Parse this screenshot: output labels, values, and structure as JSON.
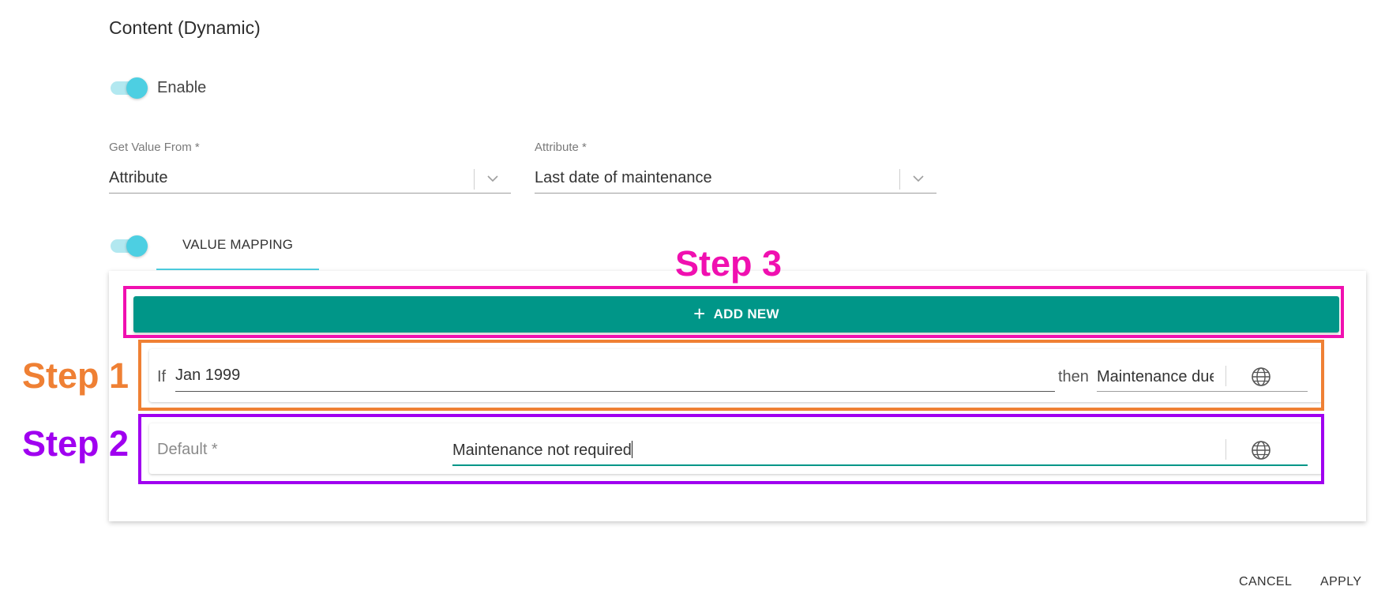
{
  "header": {
    "title": "Content (Dynamic)"
  },
  "enable_toggle": {
    "label": "Enable",
    "checked": true
  },
  "get_value_from": {
    "label": "Get Value From *",
    "value": "Attribute"
  },
  "attribute": {
    "label": "Attribute *",
    "value": "Last date of maintenance"
  },
  "value_mapping": {
    "tab_label": "VALUE MAPPING",
    "toggle_checked": true
  },
  "add_new": {
    "label": "ADD NEW",
    "icon": "plus-icon"
  },
  "mapping_row": {
    "if_label": "If",
    "if_value": "Jan 1999",
    "then_label": "then",
    "then_value": "Maintenance due",
    "icon": "globe-icon"
  },
  "default_row": {
    "label": "Default *",
    "value": "Maintenance not required",
    "icon": "globe-icon"
  },
  "annotations": {
    "step1": "Step 1",
    "step2": "Step 2",
    "step3": "Step 3"
  },
  "footer": {
    "cancel": "CANCEL",
    "apply": "APPLY"
  },
  "colors": {
    "accent": "#4dcfe2",
    "primary_button": "#009688",
    "step1": "#ef8034",
    "step2": "#a000f0",
    "step3": "#f010b0"
  }
}
